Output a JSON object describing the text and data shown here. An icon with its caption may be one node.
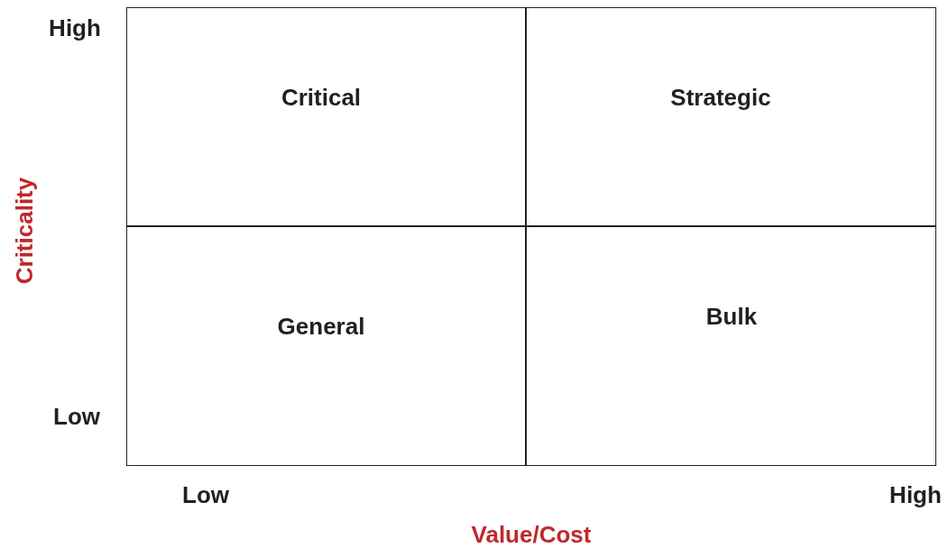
{
  "diagram": {
    "nodes": [
      {
        "text": [
          "Critical"
        ]
      },
      {
        "text": [
          "Strategic"
        ]
      },
      {
        "text": [
          "General"
        ]
      },
      {
        "text": [
          "Bulk"
        ]
      }
    ],
    "labels": [
      "High",
      "Criticality",
      "Low",
      "Low",
      "High",
      "Value/Cost"
    ]
  }
}
